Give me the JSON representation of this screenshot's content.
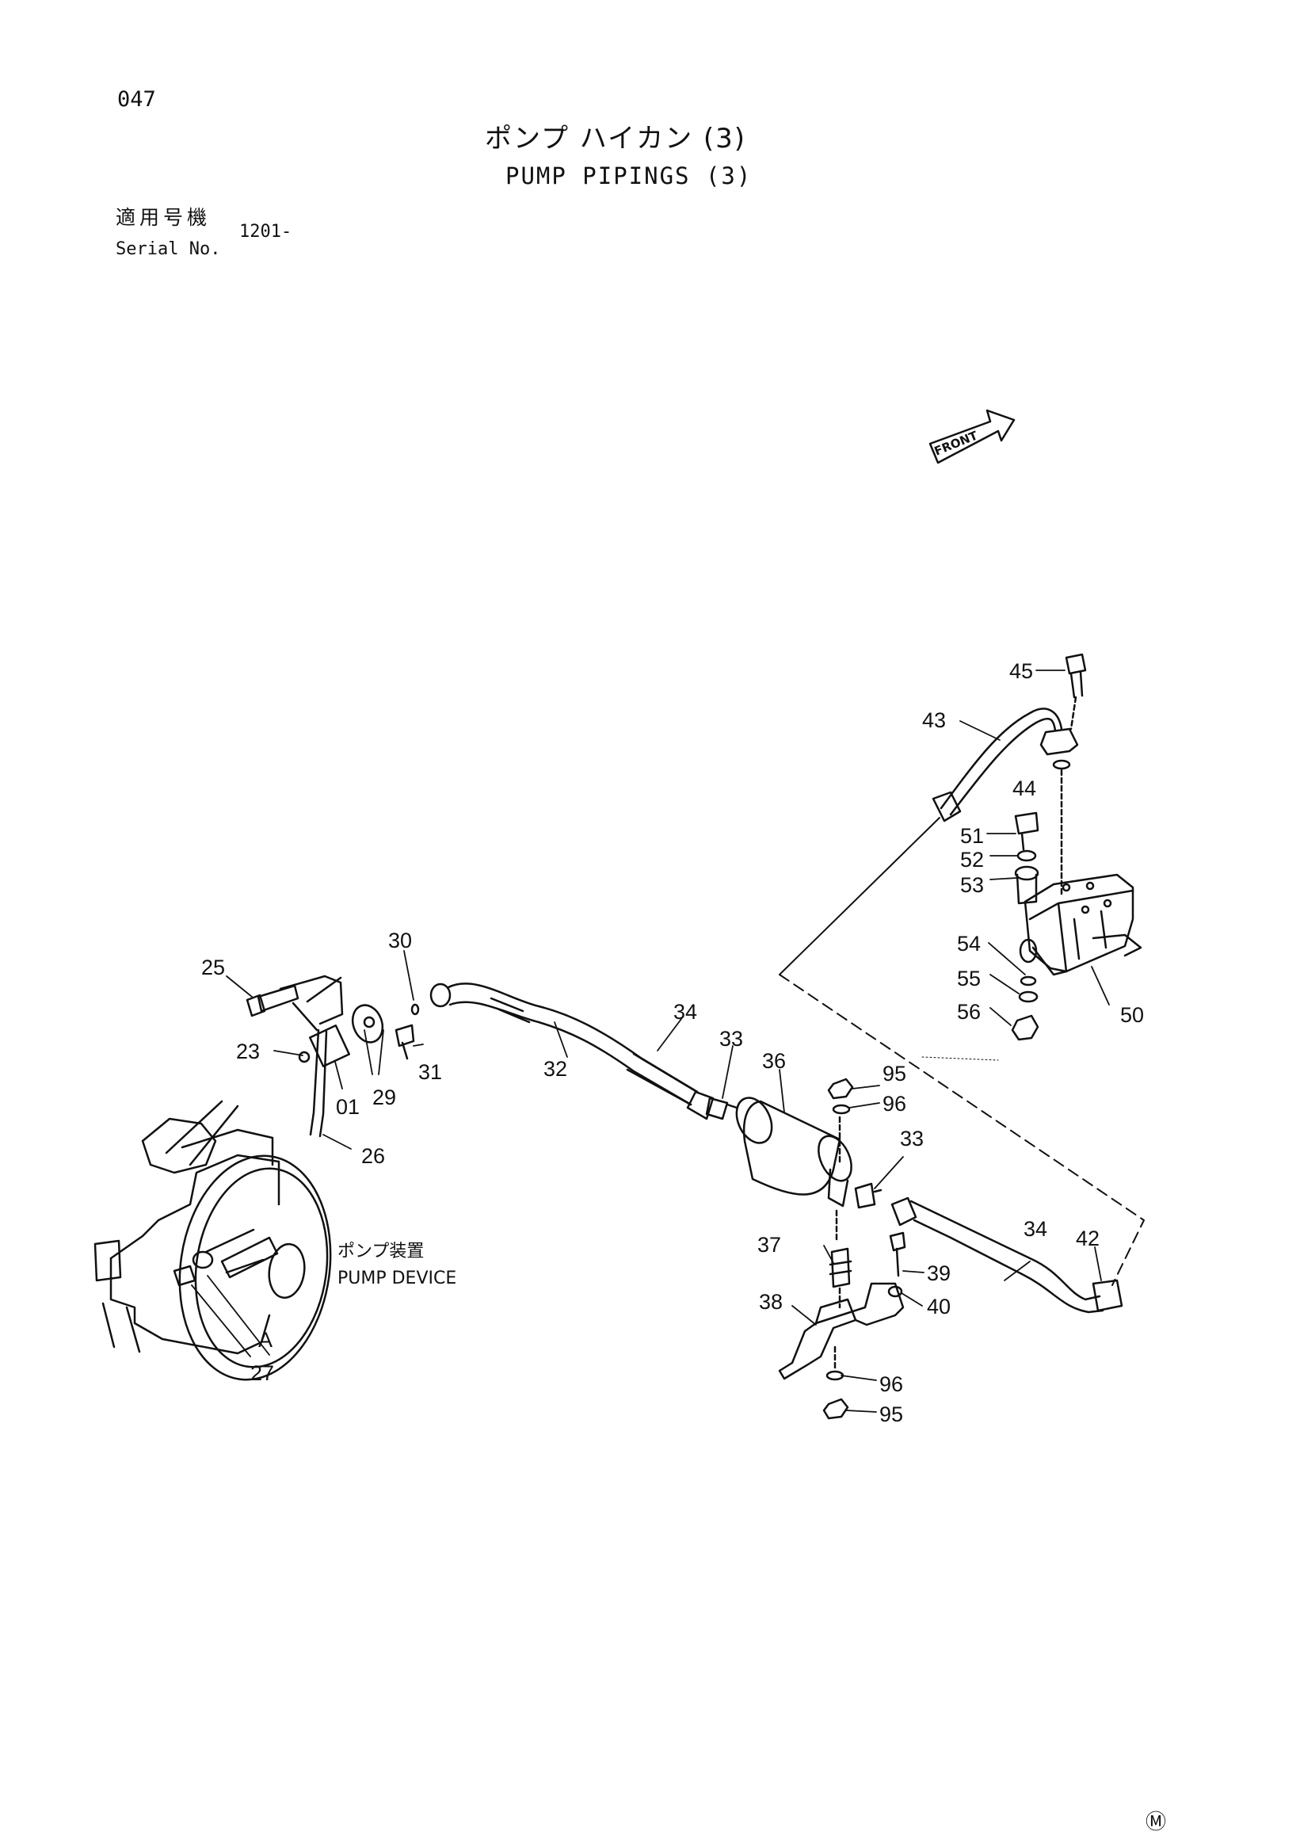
{
  "header": {
    "page_number": "047",
    "title_jp": "ポンプ ハイカン (3)",
    "title_en": "PUMP PIPINGS (3)",
    "serial_label_jp": "適用号機",
    "serial_label_en": "Serial No.",
    "serial_value": "1201-"
  },
  "diagram": {
    "front_label": "FRONT",
    "pump_device_jp": "ポンプ装置",
    "pump_device_en": "PUMP DEVICE",
    "view_marker": "A",
    "callouts": {
      "p01": "01",
      "p23": "23",
      "p25": "25",
      "p26": "26",
      "p27": "27",
      "p29": "29",
      "p30": "30",
      "p31": "31",
      "p32": "32",
      "p33a": "33",
      "p33b": "33",
      "p34a": "34",
      "p34b": "34",
      "p36": "36",
      "p37": "37",
      "p38": "38",
      "p39": "39",
      "p40": "40",
      "p42": "42",
      "p43": "43",
      "p44": "44",
      "p45": "45",
      "p50": "50",
      "p51": "51",
      "p52": "52",
      "p53": "53",
      "p54": "54",
      "p55": "55",
      "p56": "56",
      "p95a": "95",
      "p95b": "95",
      "p96a": "96",
      "p96b": "96"
    }
  },
  "footer": {
    "mark": "Ⓜ"
  }
}
